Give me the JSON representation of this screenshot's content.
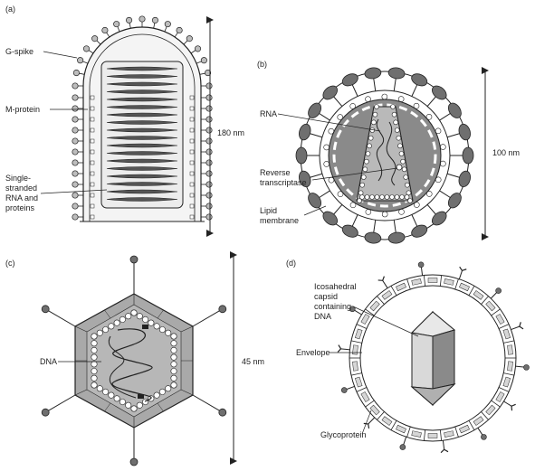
{
  "panel_a": {
    "tag": "(a)",
    "labels": {
      "g_spike": "G-spike",
      "m_protein": "M-protein",
      "rna_line1": "Single-",
      "rna_line2": "stranded",
      "rna_line3": "RNA and",
      "rna_line4": "proteins"
    },
    "size": "180 nm"
  },
  "panel_b": {
    "tag": "(b)",
    "labels": {
      "rna": "RNA",
      "rt_line1": "Reverse",
      "rt_line2": "transcriptase",
      "lipid_line1": "Lipid",
      "lipid_line2": "membrane"
    },
    "size": "100 nm"
  },
  "panel_c": {
    "tag": "(c)",
    "labels": {
      "dna": "DNA"
    },
    "size": "45 nm"
  },
  "panel_d": {
    "tag": "(d)",
    "labels": {
      "cap_line1": "Icosahedral",
      "cap_line2": "capsid",
      "cap_line3": "containing",
      "cap_line4": "DNA",
      "envelope": "Envelope",
      "glyco": "Glycoprotein"
    }
  },
  "colors": {
    "dark_gray": "#6f6f6f",
    "mid_gray": "#a8a8a8",
    "light_gray": "#d6d6d6",
    "line": "#222222"
  }
}
